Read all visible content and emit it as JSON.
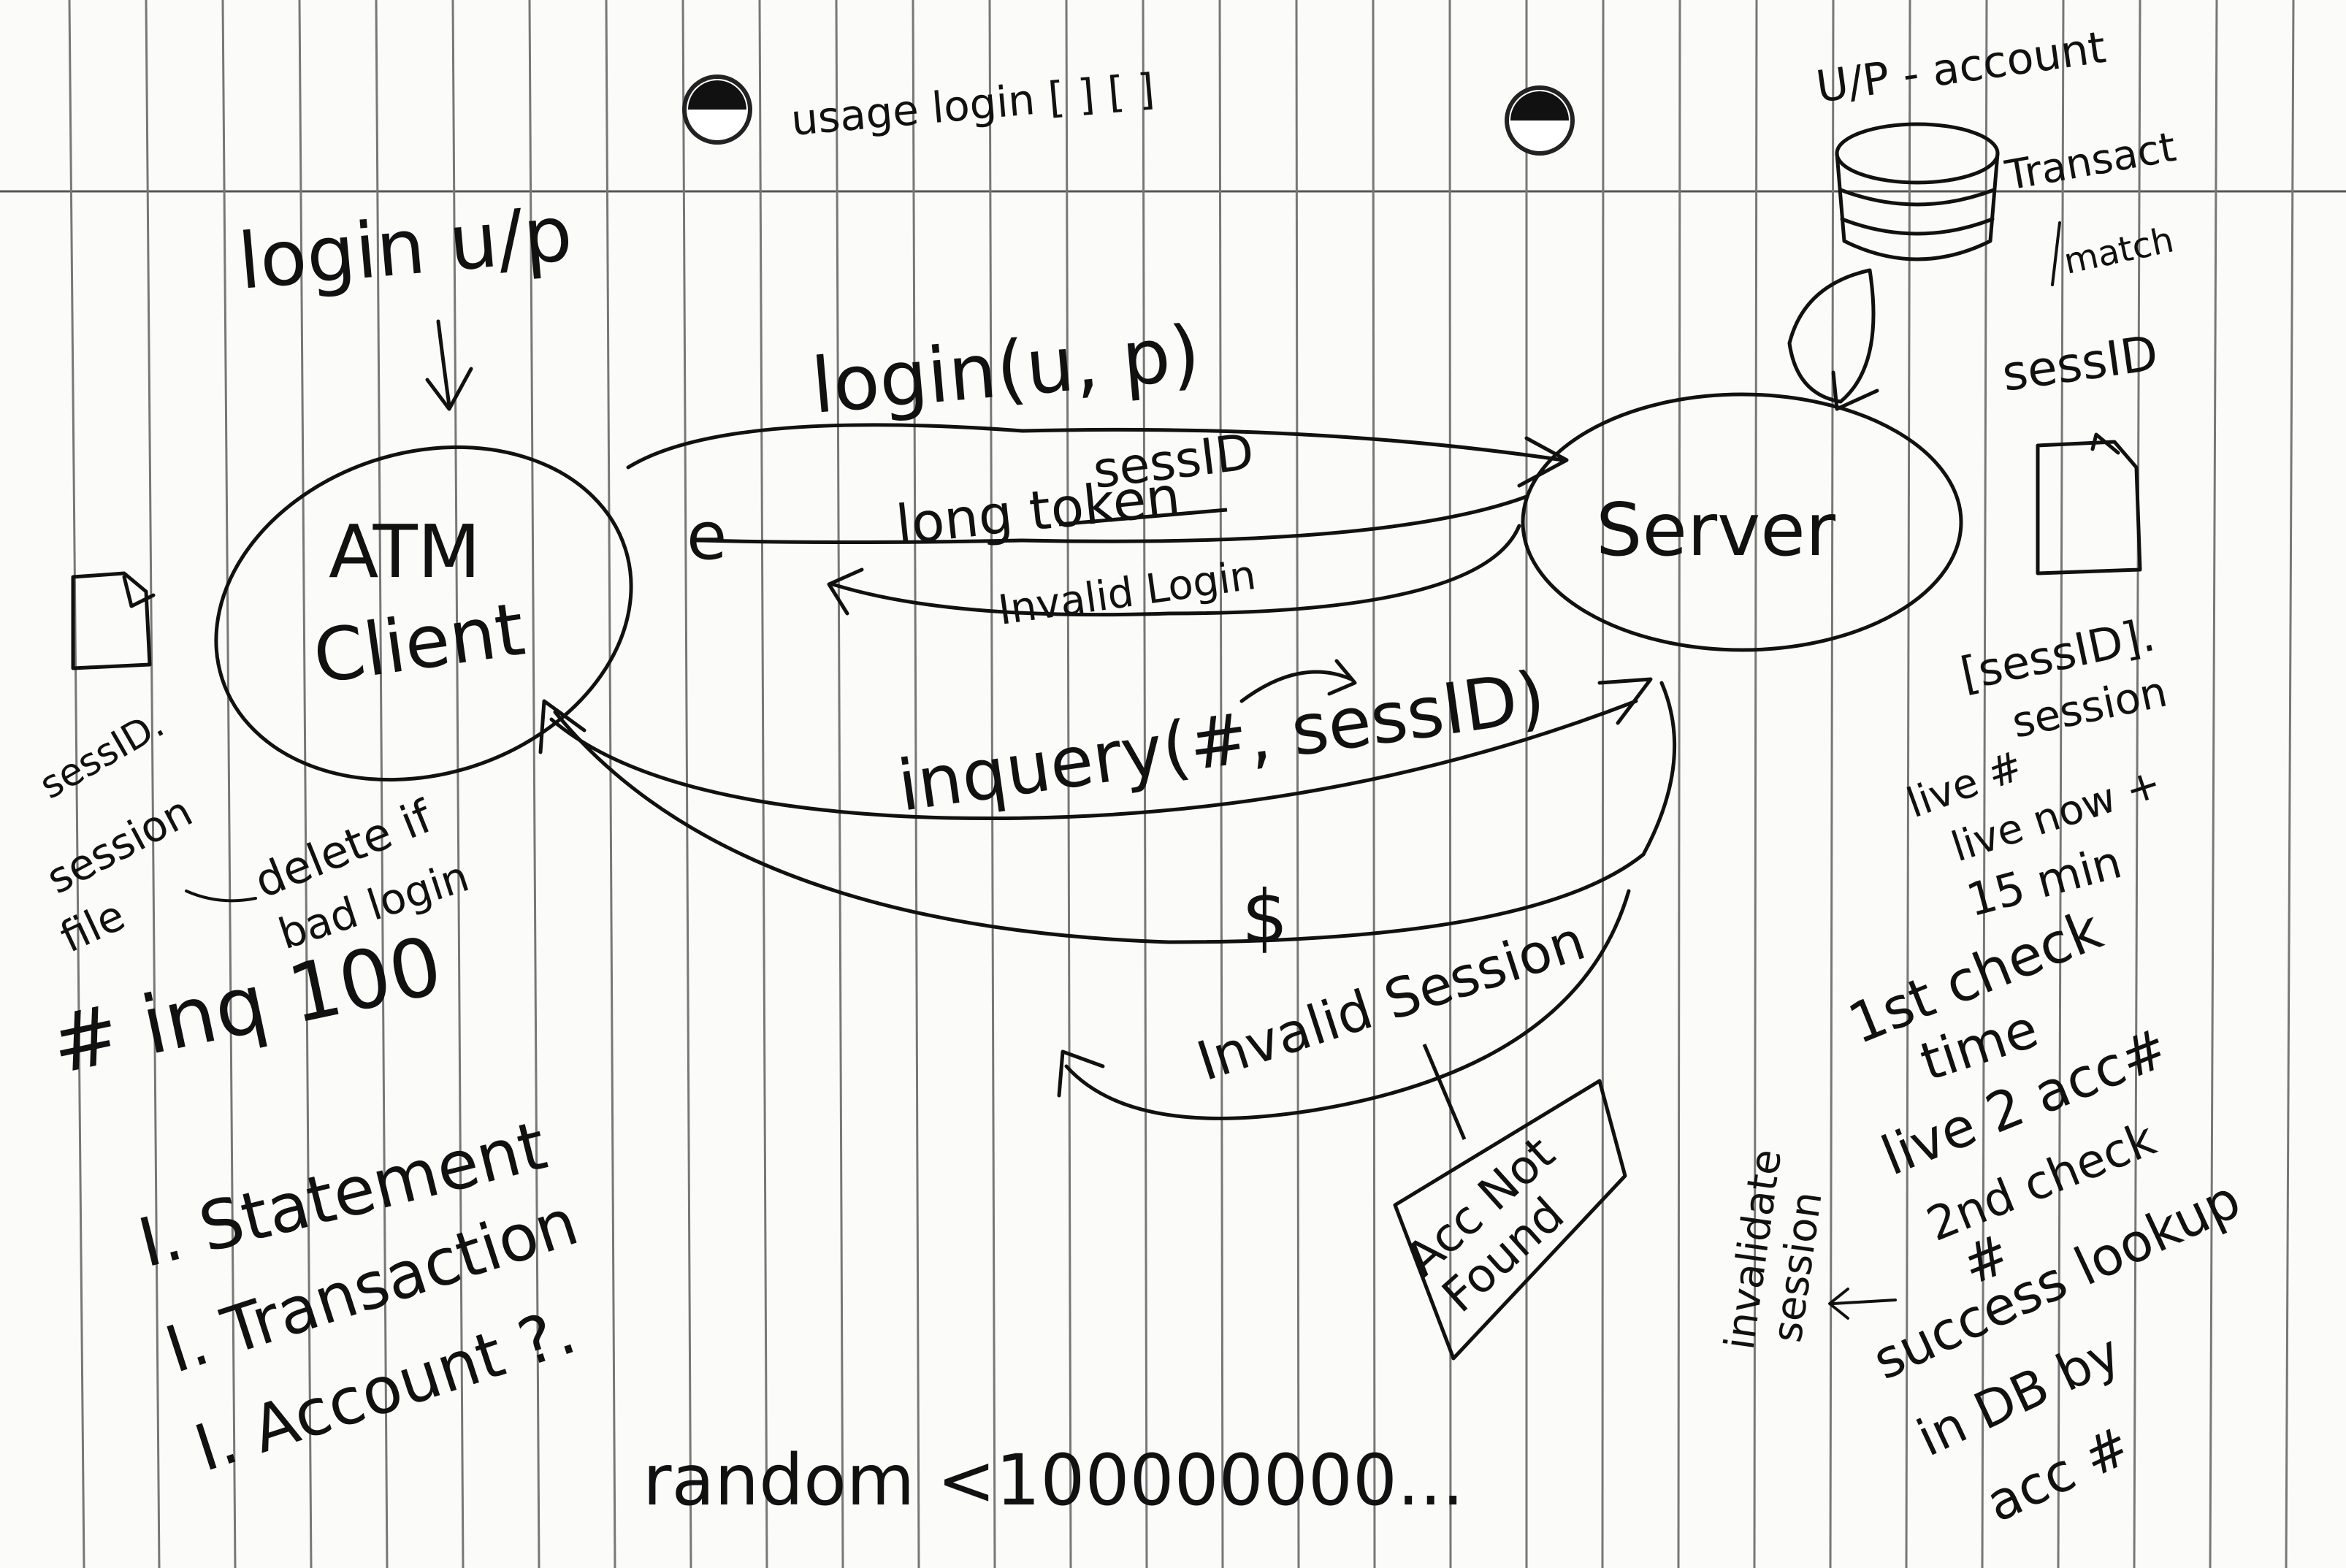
{
  "header": {
    "note": "usage login [ ] [ ]"
  },
  "atm": {
    "label_line1": "ATM",
    "label_line2": "Client",
    "input_label": "login u/p"
  },
  "server": {
    "label": "Server",
    "db_labels": [
      "U/P - account",
      "Transact",
      "match"
    ],
    "sessid_label": "sessID"
  },
  "arrows": {
    "login_call": "login(u, p)",
    "long_token": "long token",
    "sessid_over": "sessID",
    "invalid_login": "Invalid Login",
    "inquery": "inquery(#, sessID)",
    "dollar": "$",
    "invalid_session": "Invalid Session",
    "acc_not_found_line1": "Acc Not",
    "acc_not_found_line2": "Found"
  },
  "left_notes": {
    "session_file": [
      "sessID.",
      "session",
      "file"
    ],
    "delete_note": [
      "delete if",
      "bad login"
    ],
    "inq": "# inq 100",
    "list": [
      "I. Statement",
      "I. Transaction",
      "I. Account ?."
    ]
  },
  "right_notes": {
    "file_label": [
      "[sessID].",
      "session"
    ],
    "live": [
      "live #",
      "live now +",
      "15 min"
    ],
    "checks": [
      "1st check",
      "time",
      "live 2 acc#",
      "2nd check",
      "#",
      "success lookup",
      "in DB by",
      "acc #"
    ],
    "invalidate": [
      "invalidate",
      "session"
    ]
  },
  "footer": {
    "random": "random <100000000..."
  }
}
